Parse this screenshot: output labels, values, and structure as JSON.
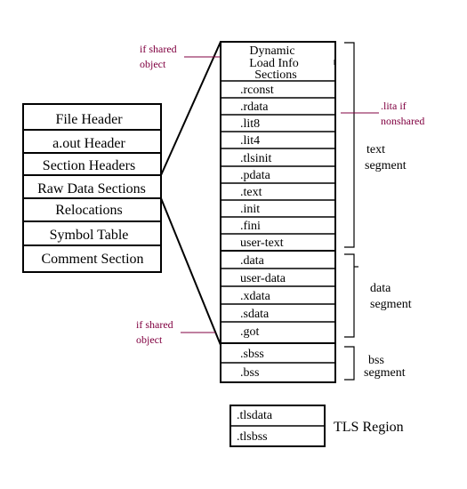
{
  "colors": {
    "ink": "#000000",
    "annotation": "#800040",
    "background": "#ffffff"
  },
  "object_file": {
    "rows": [
      "File Header",
      "a.out Header",
      "Section Headers",
      "Raw Data Sections",
      "Relocations",
      "Symbol Table",
      "Comment Section"
    ]
  },
  "sections": {
    "dynamic_lines": [
      "Dynamic",
      "Load Info",
      "Sections"
    ],
    "rows": [
      ".rconst",
      ".rdata",
      ".lit8",
      ".lit4",
      ".tlsinit",
      ".pdata",
      ".text",
      ".init",
      ".fini",
      "user-text",
      ".data",
      "user-data",
      ".xdata",
      ".sdata",
      ".got",
      ".sbss",
      ".bss"
    ]
  },
  "tls": {
    "rows": [
      ".tlsdata",
      ".tlsbss"
    ],
    "label": "TLS Region"
  },
  "segments": {
    "text": [
      "text",
      "segment"
    ],
    "data": [
      "data",
      "segment"
    ],
    "bss": [
      "bss",
      "segment"
    ]
  },
  "annotations": {
    "shared_top": [
      "if shared",
      "object"
    ],
    "shared_bottom": [
      "if shared",
      "object"
    ],
    "lita": [
      ".lita if",
      "nonshared"
    ]
  }
}
